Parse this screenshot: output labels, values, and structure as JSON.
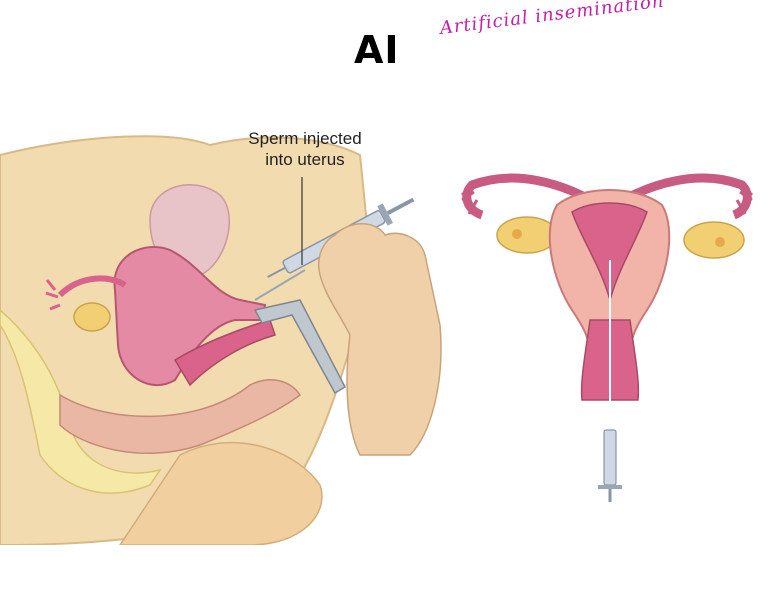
{
  "slide": {
    "title": "AI",
    "handwritten_note": "Artificial insemination"
  },
  "left_illustration": {
    "callout_line1": "Sperm injected",
    "callout_line2": "into uterus"
  },
  "colors": {
    "skin": "#f3dbb0",
    "uterus": "#e58aa5",
    "tissue_pink": "#d9638a",
    "ovary": "#f3cf74",
    "syringe": "#cfd8e4"
  }
}
